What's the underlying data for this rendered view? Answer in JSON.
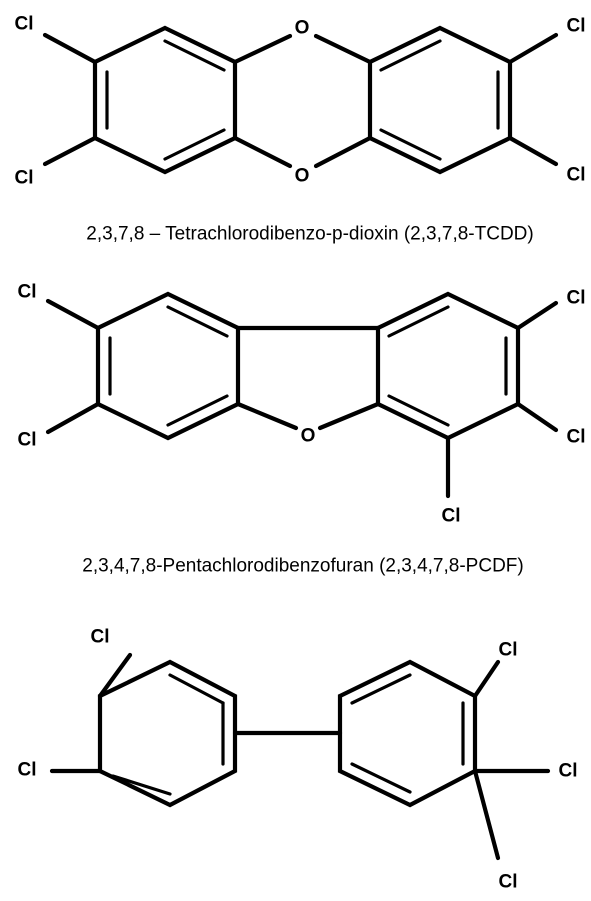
{
  "atoms": {
    "cl": "Cl",
    "o": "O"
  },
  "captions": {
    "tcdd": "2,3,7,8 – Tetrachlorodibenzo-p-dioxin (2,3,7,8-TCDD)",
    "pcdf": "2,3,4,7,8-Pentachlorodibenzofuran (2,3,4,7,8-PCDF)"
  }
}
